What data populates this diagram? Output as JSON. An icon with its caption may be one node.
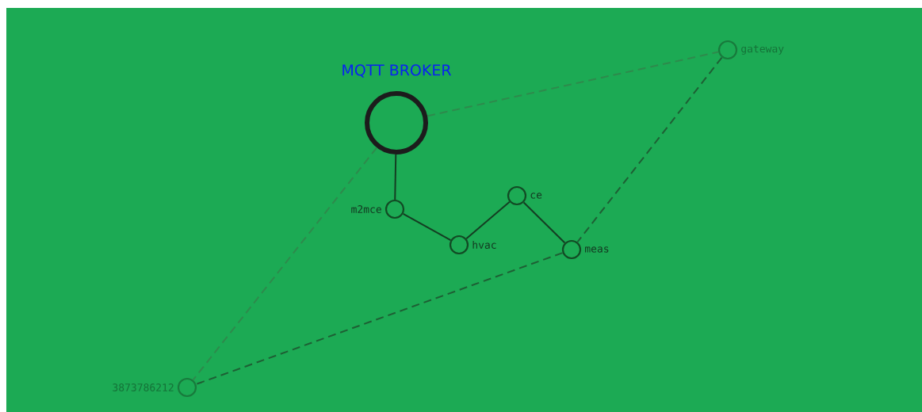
{
  "diagram": {
    "nodes": [
      {
        "text": [],
        "shape": "circle",
        "beside": [
          "MQTT BROKER"
        ]
      },
      {
        "text": [],
        "shape": "circle",
        "beside": [
          "gateway"
        ]
      },
      {
        "text": [],
        "shape": "circle",
        "beside": [
          "m2mce"
        ]
      },
      {
        "text": [],
        "shape": "circle",
        "beside": [
          "hvac"
        ]
      },
      {
        "text": [],
        "shape": "circle",
        "beside": [
          "ce"
        ]
      },
      {
        "text": [],
        "shape": "circle",
        "beside": [
          "meas"
        ]
      },
      {
        "text": [],
        "shape": "circle",
        "beside": [
          "3873786212"
        ]
      }
    ],
    "edges": [
      {
        "from": 0,
        "to": 2,
        "arrow": "none"
      },
      {
        "from": 2,
        "to": 3,
        "arrow": "none"
      },
      {
        "from": 3,
        "to": 4,
        "arrow": "none"
      },
      {
        "from": 4,
        "to": 5,
        "arrow": "none"
      },
      {
        "from": 0,
        "to": 1,
        "arrow": "none",
        "style": "dashed",
        "color": "#2e8a4c"
      },
      {
        "from": 1,
        "to": 5,
        "arrow": "none",
        "style": "dashed",
        "color": "#1e5f34"
      },
      {
        "from": 5,
        "to": 6,
        "arrow": "none",
        "style": "dashed",
        "color": "#1e5f34"
      },
      {
        "from": 0,
        "to": 6,
        "arrow": "none",
        "style": "dashed",
        "color": "#2e8a4c"
      }
    ]
  }
}
